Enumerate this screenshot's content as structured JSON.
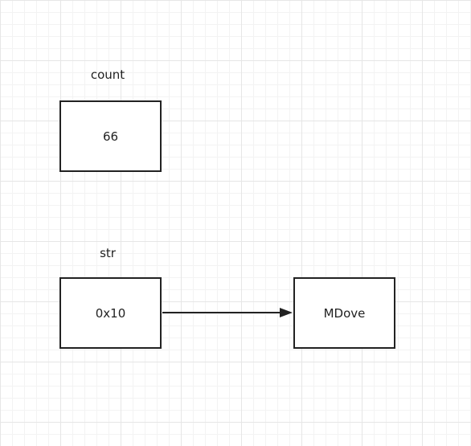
{
  "variables": [
    {
      "name": "count",
      "value": "66"
    },
    {
      "name": "str",
      "value": "0x10"
    }
  ],
  "heap_object": {
    "value": "MDove"
  },
  "colors": {
    "stroke": "#222222",
    "grid_major": "#e6e6e6",
    "grid_minor": "#f3f3f3"
  }
}
